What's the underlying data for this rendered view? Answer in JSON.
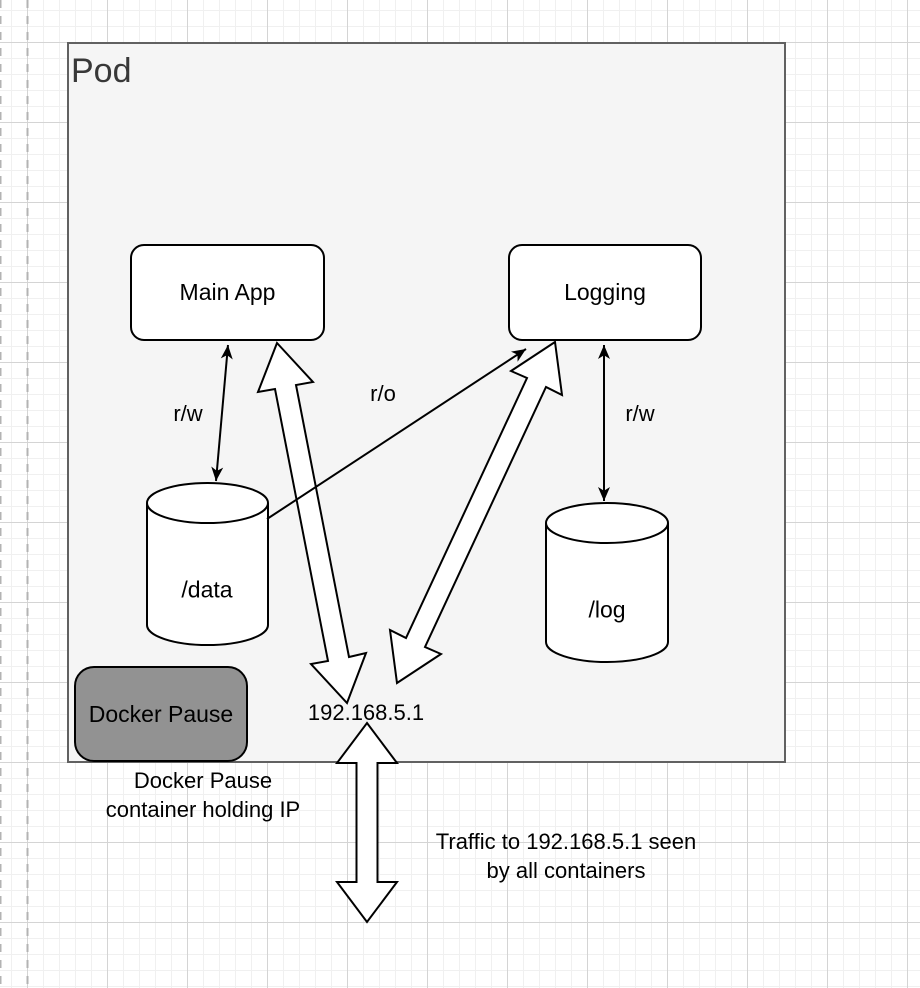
{
  "canvas": {
    "pod_label": "Pod",
    "ip_label": "192.168.5.1"
  },
  "nodes": {
    "main_app": {
      "label": "Main App"
    },
    "logging": {
      "label": "Logging"
    },
    "data_volume": {
      "label": "/data"
    },
    "log_volume": {
      "label": "/log"
    },
    "docker_pause": {
      "label": "Docker Pause"
    }
  },
  "edges": {
    "main_app_data": {
      "label": "r/w"
    },
    "logging_log": {
      "label": "r/w"
    },
    "data_logging": {
      "label": "r/o"
    }
  },
  "captions": {
    "pause_line1": "Docker Pause",
    "pause_line2": "container holding IP",
    "traffic_line1": "Traffic to 192.168.5.1 seen",
    "traffic_line2": "by all containers"
  },
  "colors": {
    "pod_fill": "#f5f5f5",
    "pod_border": "#616161",
    "node_fill": "#ffffff",
    "node_border": "#000000",
    "pause_fill": "#929292",
    "arrow_stroke": "#000000",
    "grid_minor": "#f0f0f0",
    "grid_major": "#d4d4d4",
    "page_guide_dash": "#b3b3b3"
  }
}
